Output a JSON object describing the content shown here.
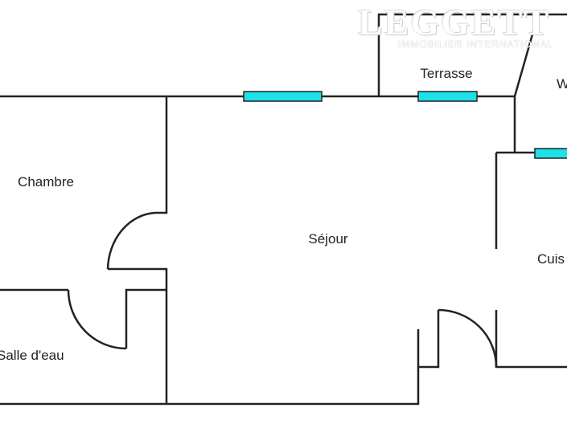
{
  "rooms": {
    "chambre": "Chambre",
    "sejour": "Séjour",
    "cuisine": "Cuis",
    "salle_eau": "Salle d'eau",
    "terrasse": "Terrasse",
    "wc": "W"
  },
  "watermark": {
    "brand": "LEGGETT",
    "tagline": "IMMOBILIER INTERNATIONAL"
  },
  "colors": {
    "window": "#1ee0e8",
    "wall": "#222222"
  }
}
